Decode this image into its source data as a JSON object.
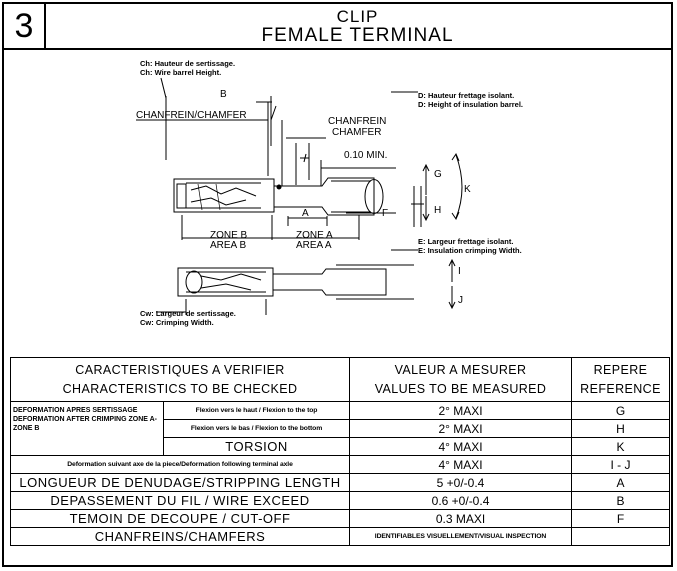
{
  "header": {
    "number": "3",
    "title_line1": "CLIP",
    "title_line2": "FEMALE TERMINAL"
  },
  "drawing": {
    "ch_fr": "Ch: Hauteur de sertissage.",
    "ch_en": "Ch: Wire barrel Height.",
    "b": "B",
    "chanfrein_chamfer": "CHANFREIN/CHAMFER",
    "chanfrein": "CHANFREIN",
    "chamfer": "CHAMFER",
    "min": "0.10 MIN.",
    "d_fr": "D: Hauteur frettage isolant.",
    "d_en": "D: Height of insulation barrel.",
    "g": "G",
    "h": "H",
    "k": "K",
    "a": "A",
    "f": "F",
    "zone_b": "ZONE B",
    "area_b": "AREA B",
    "zone_a": "ZONE A",
    "area_a": "AREA A",
    "e_fr": "E: Largeur frettage isolant.",
    "e_en": "E: Insulation crimping Width.",
    "i": "I",
    "j": "J",
    "cw_fr": "Cw: Largeur de sertissage.",
    "cw_en": "Cw: Crimping Width."
  },
  "table": {
    "col1_fr": "CARACTERISTIQUES A VERIFIER",
    "col1_en": "CHARACTERISTICS TO BE CHECKED",
    "col2_fr": "VALEUR A MESURER",
    "col2_en": "VALUES TO BE MEASURED",
    "col3_fr": "REPERE",
    "col3_en": "REFERENCE",
    "group_label": "DEFORMATION APRES SERTISSAGE DEFORMATION AFTER CRIMPING ZONE A- ZONE B",
    "rows": [
      {
        "char": "Flexion vers le haut / Flexion to the top",
        "value": "2° MAXI",
        "ref": "G"
      },
      {
        "char": "Flexion vers le bas / Flexion to the bottom",
        "value": "2° MAXI",
        "ref": "H"
      },
      {
        "char": "TORSION",
        "value": "4° MAXI",
        "ref": "K"
      },
      {
        "char": "Deformation suivant axe de la piece/Deformation following terminal axle",
        "value": "4° MAXI",
        "ref": "I - J"
      },
      {
        "char": "LONGUEUR DE DENUDAGE/STRIPPING LENGTH",
        "value": "5 +0/-0.4",
        "ref": "A"
      },
      {
        "char": "DEPASSEMENT DU FIL / WIRE EXCEED",
        "value": "0.6 +0/-0.4",
        "ref": "B"
      },
      {
        "char": "TEMOIN DE DECOUPE / CUT-OFF",
        "value": "0.3 MAXI",
        "ref": "F"
      },
      {
        "char": "CHANFREINS/CHAMFERS",
        "value": "IDENTIFIABLES VISUELLEMENT/VISUAL INSPECTION",
        "ref": ""
      }
    ]
  }
}
